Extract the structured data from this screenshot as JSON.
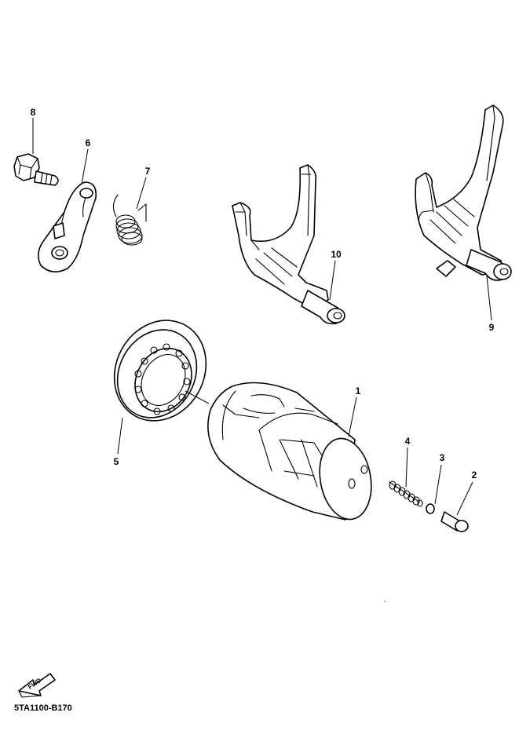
{
  "callouts": [
    {
      "id": "1",
      "label": "1"
    },
    {
      "id": "2",
      "label": "2"
    },
    {
      "id": "3",
      "label": "3"
    },
    {
      "id": "4",
      "label": "4"
    },
    {
      "id": "5",
      "label": "5"
    },
    {
      "id": "6",
      "label": "6"
    },
    {
      "id": "7",
      "label": "7"
    },
    {
      "id": "8",
      "label": "8"
    },
    {
      "id": "9",
      "label": "9"
    },
    {
      "id": "10",
      "label": "10"
    }
  ],
  "fwd_label": "FWD",
  "diagram_code": "5TA1100-B170"
}
